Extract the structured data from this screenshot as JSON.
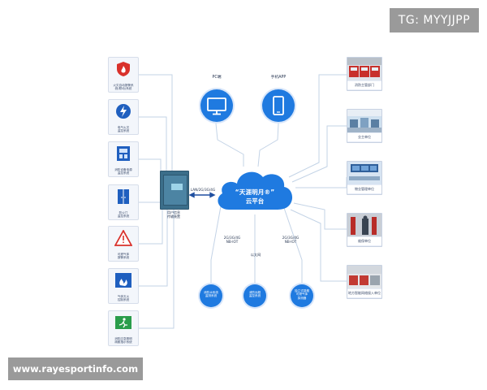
{
  "watermarks": {
    "tag": "TG: MYYJJPP",
    "url": "www.rayesportinfo.com"
  },
  "platform": {
    "title": "“天涯明月®”",
    "subtitle": "云平台"
  },
  "gateway": {
    "label": "用户信息\n传输装置",
    "link_label": "LAN/2G/3G/4G"
  },
  "top_nodes": [
    {
      "label": "PC端",
      "icon": "monitor-icon"
    },
    {
      "label": "手机APP",
      "icon": "smartphone-icon"
    }
  ],
  "left_nodes": [
    {
      "label": "火灾自动报警系\n统(联动)系统",
      "icon": "fire-shield-icon",
      "accent": "#d9312b"
    },
    {
      "label": "电气火灾\n监控系统",
      "icon": "electric-fire-icon",
      "accent": "#1f5fbf"
    },
    {
      "label": "消防设备电源\n监控系统",
      "icon": "power-cabinet-icon",
      "accent": "#1f5fbf"
    },
    {
      "label": "防火门\n监控系统",
      "icon": "fire-door-icon",
      "accent": "#1f5fbf"
    },
    {
      "label": "可燃气体\n报警系统",
      "icon": "gas-warning-icon",
      "accent": "#d9312b"
    },
    {
      "label": "气体灭火\n控制系统",
      "icon": "gas-extinguish-icon",
      "accent": "#d9312b"
    },
    {
      "label": "消防应急照明\n疏散指示系统",
      "icon": "emergency-exit-icon",
      "accent": "#2a9d4b"
    }
  ],
  "right_nodes": [
    {
      "label": "消防主管部门"
    },
    {
      "label": "业主单位"
    },
    {
      "label": "物业管理单位"
    },
    {
      "label": "维保单位"
    },
    {
      "label": "地方智能网络接入单位"
    }
  ],
  "bottom_links": [
    {
      "label": "2G/3G/4G\nNB-IOT"
    },
    {
      "label": "以太网"
    },
    {
      "label": "2G/3G/4G\nNB-IOT"
    }
  ],
  "bottom_nodes": [
    {
      "label": "消防水系统\n监测系统"
    },
    {
      "label": "消防远程\n监控系统"
    },
    {
      "label": "独立式感烟\n可燃气体\n探测器"
    }
  ],
  "colors": {
    "primary": "#1f7ae0",
    "line": "#c3d3e6",
    "link_arrow": "#1f4fa0"
  }
}
